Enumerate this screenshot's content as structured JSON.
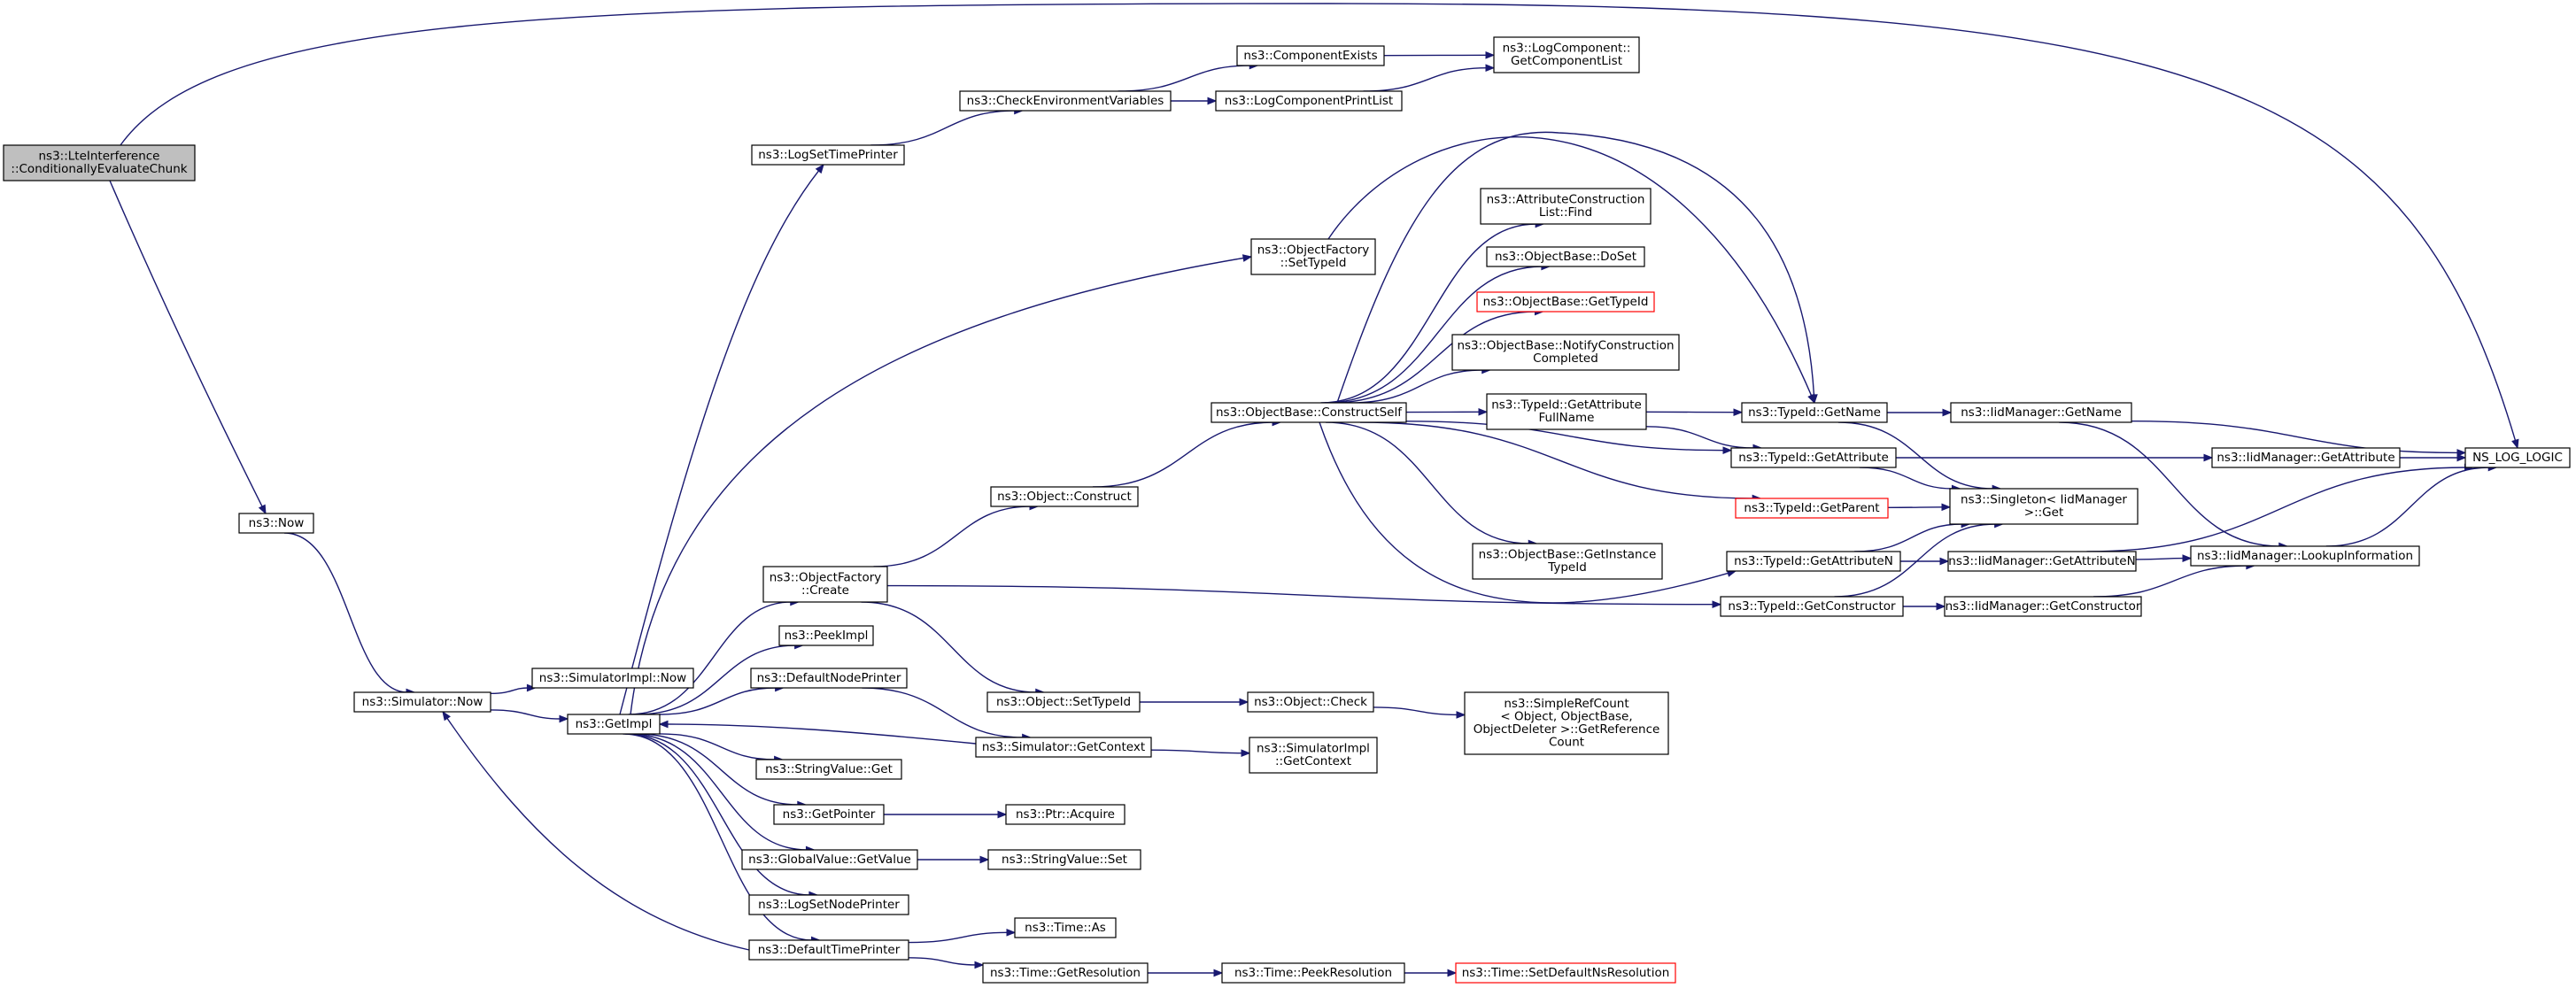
{
  "graph": {
    "kind": "call-graph",
    "colors": {
      "edge": "#191970",
      "root_fill": "#bfbfbf",
      "box_stroke": "#000000",
      "missing_stroke": "#ff0000",
      "background": "#ffffff"
    },
    "nodes": [
      {
        "id": "lte_ce",
        "lines": [
          "ns3::LteInterference",
          "::ConditionallyEvaluateChunk"
        ],
        "root": true
      },
      {
        "id": "now",
        "lines": [
          "ns3::Now"
        ]
      },
      {
        "id": "sim_now",
        "lines": [
          "ns3::Simulator::Now"
        ]
      },
      {
        "id": "simimpl_now",
        "lines": [
          "ns3::SimulatorImpl::Now"
        ]
      },
      {
        "id": "getimpl",
        "lines": [
          "ns3::GetImpl"
        ]
      },
      {
        "id": "logsettimeprinter",
        "lines": [
          "ns3::LogSetTimePrinter"
        ]
      },
      {
        "id": "checkenv",
        "lines": [
          "ns3::CheckEnvironmentVariables"
        ]
      },
      {
        "id": "compexists",
        "lines": [
          "ns3::ComponentExists"
        ]
      },
      {
        "id": "logcompprint",
        "lines": [
          "ns3::LogComponentPrintList"
        ]
      },
      {
        "id": "logcomp_getlist",
        "lines": [
          "ns3::LogComponent::",
          "GetComponentList"
        ]
      },
      {
        "id": "objfactory_settypeid",
        "lines": [
          "ns3::ObjectFactory",
          "::SetTypeId"
        ]
      },
      {
        "id": "attr_find",
        "lines": [
          "ns3::AttributeConstruction",
          "List::Find"
        ]
      },
      {
        "id": "objbase_doset",
        "lines": [
          "ns3::ObjectBase::DoSet"
        ]
      },
      {
        "id": "objbase_gettypeid",
        "lines": [
          "ns3::ObjectBase::GetTypeId"
        ],
        "red": true
      },
      {
        "id": "objbase_notify",
        "lines": [
          "ns3::ObjectBase::NotifyConstruction",
          "Completed"
        ]
      },
      {
        "id": "objbase_constructself",
        "lines": [
          "ns3::ObjectBase::ConstructSelf"
        ]
      },
      {
        "id": "typeid_getattrfullname",
        "lines": [
          "ns3::TypeId::GetAttribute",
          "FullName"
        ]
      },
      {
        "id": "typeid_getname",
        "lines": [
          "ns3::TypeId::GetName"
        ]
      },
      {
        "id": "iid_getname",
        "lines": [
          "ns3::IidManager::GetName"
        ]
      },
      {
        "id": "ns_log_logic",
        "lines": [
          "NS_LOG_LOGIC"
        ]
      },
      {
        "id": "typeid_getattribute",
        "lines": [
          "ns3::TypeId::GetAttribute"
        ]
      },
      {
        "id": "iid_getattribute",
        "lines": [
          "ns3::IidManager::GetAttribute"
        ]
      },
      {
        "id": "typeid_getparent",
        "lines": [
          "ns3::TypeId::GetParent"
        ],
        "red": true
      },
      {
        "id": "singleton_get",
        "lines": [
          "ns3::Singleton< IidManager",
          " >::Get"
        ]
      },
      {
        "id": "object_construct",
        "lines": [
          "ns3::Object::Construct"
        ]
      },
      {
        "id": "objbase_getinstance",
        "lines": [
          "ns3::ObjectBase::GetInstance",
          "TypeId"
        ]
      },
      {
        "id": "typeid_getattributen",
        "lines": [
          "ns3::TypeId::GetAttributeN"
        ]
      },
      {
        "id": "iid_getattributen",
        "lines": [
          "ns3::IidManager::GetAttributeN"
        ]
      },
      {
        "id": "iid_lookup",
        "lines": [
          "ns3::IidManager::LookupInformation"
        ]
      },
      {
        "id": "objfactory_create",
        "lines": [
          "ns3::ObjectFactory",
          "::Create"
        ]
      },
      {
        "id": "typeid_getconstructor",
        "lines": [
          "ns3::TypeId::GetConstructor"
        ]
      },
      {
        "id": "iid_getconstructor",
        "lines": [
          "ns3::IidManager::GetConstructor"
        ]
      },
      {
        "id": "peekimpl",
        "lines": [
          "ns3::PeekImpl"
        ]
      },
      {
        "id": "defaultnodeprinter",
        "lines": [
          "ns3::DefaultNodePrinter"
        ]
      },
      {
        "id": "object_settypeid",
        "lines": [
          "ns3::Object::SetTypeId"
        ]
      },
      {
        "id": "object_check",
        "lines": [
          "ns3::Object::Check"
        ]
      },
      {
        "id": "simplerefcount",
        "lines": [
          "ns3::SimpleRefCount",
          "< Object, ObjectBase,",
          " ObjectDeleter >::GetReference",
          "Count"
        ]
      },
      {
        "id": "sim_getcontext",
        "lines": [
          "ns3::Simulator::GetContext"
        ]
      },
      {
        "id": "simimpl_getcontext",
        "lines": [
          "ns3::SimulatorImpl",
          "::GetContext"
        ]
      },
      {
        "id": "stringvalue_get",
        "lines": [
          "ns3::StringValue::Get"
        ]
      },
      {
        "id": "getpointer",
        "lines": [
          "ns3::GetPointer"
        ]
      },
      {
        "id": "ptr_acquire",
        "lines": [
          "ns3::Ptr::Acquire"
        ]
      },
      {
        "id": "globalvalue_getvalue",
        "lines": [
          "ns3::GlobalValue::GetValue"
        ]
      },
      {
        "id": "stringvalue_set",
        "lines": [
          "ns3::StringValue::Set"
        ]
      },
      {
        "id": "logsetnodeprinter",
        "lines": [
          "ns3::LogSetNodePrinter"
        ]
      },
      {
        "id": "defaulttimeprinter",
        "lines": [
          "ns3::DefaultTimePrinter"
        ]
      },
      {
        "id": "time_as",
        "lines": [
          "ns3::Time::As"
        ]
      },
      {
        "id": "time_getresolution",
        "lines": [
          "ns3::Time::GetResolution"
        ]
      },
      {
        "id": "time_peekresolution",
        "lines": [
          "ns3::Time::PeekResolution"
        ]
      },
      {
        "id": "time_setdefaultns",
        "lines": [
          "ns3::Time::SetDefaultNsResolution"
        ],
        "red": true
      }
    ],
    "edges": [
      {
        "from": "lte_ce",
        "to": "ns_log_logic"
      },
      {
        "from": "lte_ce",
        "to": "now"
      },
      {
        "from": "now",
        "to": "sim_now"
      },
      {
        "from": "sim_now",
        "to": "simimpl_now"
      },
      {
        "from": "sim_now",
        "to": "getimpl"
      },
      {
        "from": "getimpl",
        "to": "logsettimeprinter"
      },
      {
        "from": "getimpl",
        "to": "objfactory_settypeid"
      },
      {
        "from": "getimpl",
        "to": "objfactory_create"
      },
      {
        "from": "getimpl",
        "to": "peekimpl"
      },
      {
        "from": "getimpl",
        "to": "defaultnodeprinter"
      },
      {
        "from": "getimpl",
        "to": "stringvalue_get"
      },
      {
        "from": "getimpl",
        "to": "getpointer"
      },
      {
        "from": "getimpl",
        "to": "globalvalue_getvalue"
      },
      {
        "from": "getimpl",
        "to": "logsetnodeprinter"
      },
      {
        "from": "getimpl",
        "to": "defaulttimeprinter"
      },
      {
        "from": "logsettimeprinter",
        "to": "checkenv"
      },
      {
        "from": "checkenv",
        "to": "compexists"
      },
      {
        "from": "checkenv",
        "to": "logcompprint"
      },
      {
        "from": "compexists",
        "to": "logcomp_getlist"
      },
      {
        "from": "logcompprint",
        "to": "logcomp_getlist"
      },
      {
        "from": "objfactory_settypeid",
        "to": "typeid_getname"
      },
      {
        "from": "objfactory_create",
        "to": "object_construct"
      },
      {
        "from": "objfactory_create",
        "to": "object_settypeid"
      },
      {
        "from": "objfactory_create",
        "to": "typeid_getconstructor"
      },
      {
        "from": "object_construct",
        "to": "objbase_constructself"
      },
      {
        "from": "objbase_constructself",
        "to": "attr_find"
      },
      {
        "from": "objbase_constructself",
        "to": "objbase_doset"
      },
      {
        "from": "objbase_constructself",
        "to": "objbase_gettypeid"
      },
      {
        "from": "objbase_constructself",
        "to": "objbase_notify"
      },
      {
        "from": "objbase_constructself",
        "to": "typeid_getattrfullname"
      },
      {
        "from": "objbase_constructself",
        "to": "typeid_getname"
      },
      {
        "from": "objbase_constructself",
        "to": "typeid_getattribute"
      },
      {
        "from": "objbase_constructself",
        "to": "typeid_getparent"
      },
      {
        "from": "objbase_constructself",
        "to": "objbase_getinstance"
      },
      {
        "from": "objbase_constructself",
        "to": "typeid_getattributen"
      },
      {
        "from": "typeid_getattrfullname",
        "to": "typeid_getname"
      },
      {
        "from": "typeid_getattrfullname",
        "to": "typeid_getattribute"
      },
      {
        "from": "typeid_getname",
        "to": "iid_getname"
      },
      {
        "from": "typeid_getname",
        "to": "singleton_get"
      },
      {
        "from": "iid_getname",
        "to": "ns_log_logic"
      },
      {
        "from": "iid_getname",
        "to": "iid_lookup"
      },
      {
        "from": "typeid_getattribute",
        "to": "iid_getattribute"
      },
      {
        "from": "typeid_getattribute",
        "to": "singleton_get"
      },
      {
        "from": "iid_getattribute",
        "to": "ns_log_logic"
      },
      {
        "from": "typeid_getparent",
        "to": "singleton_get"
      },
      {
        "from": "typeid_getattributen",
        "to": "singleton_get"
      },
      {
        "from": "typeid_getattributen",
        "to": "iid_getattributen"
      },
      {
        "from": "iid_getattributen",
        "to": "ns_log_logic"
      },
      {
        "from": "iid_getattributen",
        "to": "iid_lookup"
      },
      {
        "from": "iid_lookup",
        "to": "ns_log_logic"
      },
      {
        "from": "typeid_getconstructor",
        "to": "singleton_get"
      },
      {
        "from": "typeid_getconstructor",
        "to": "iid_getconstructor"
      },
      {
        "from": "iid_getconstructor",
        "to": "iid_lookup"
      },
      {
        "from": "defaultnodeprinter",
        "to": "sim_getcontext"
      },
      {
        "from": "sim_getcontext",
        "to": "getimpl"
      },
      {
        "from": "sim_getcontext",
        "to": "simimpl_getcontext"
      },
      {
        "from": "object_settypeid",
        "to": "object_check"
      },
      {
        "from": "object_check",
        "to": "simplerefcount"
      },
      {
        "from": "getpointer",
        "to": "ptr_acquire"
      },
      {
        "from": "globalvalue_getvalue",
        "to": "stringvalue_set"
      },
      {
        "from": "defaulttimeprinter",
        "to": "sim_now"
      },
      {
        "from": "defaulttimeprinter",
        "to": "time_as"
      },
      {
        "from": "defaulttimeprinter",
        "to": "time_getresolution"
      },
      {
        "from": "time_getresolution",
        "to": "time_peekresolution"
      },
      {
        "from": "time_peekresolution",
        "to": "time_setdefaultns"
      }
    ]
  }
}
